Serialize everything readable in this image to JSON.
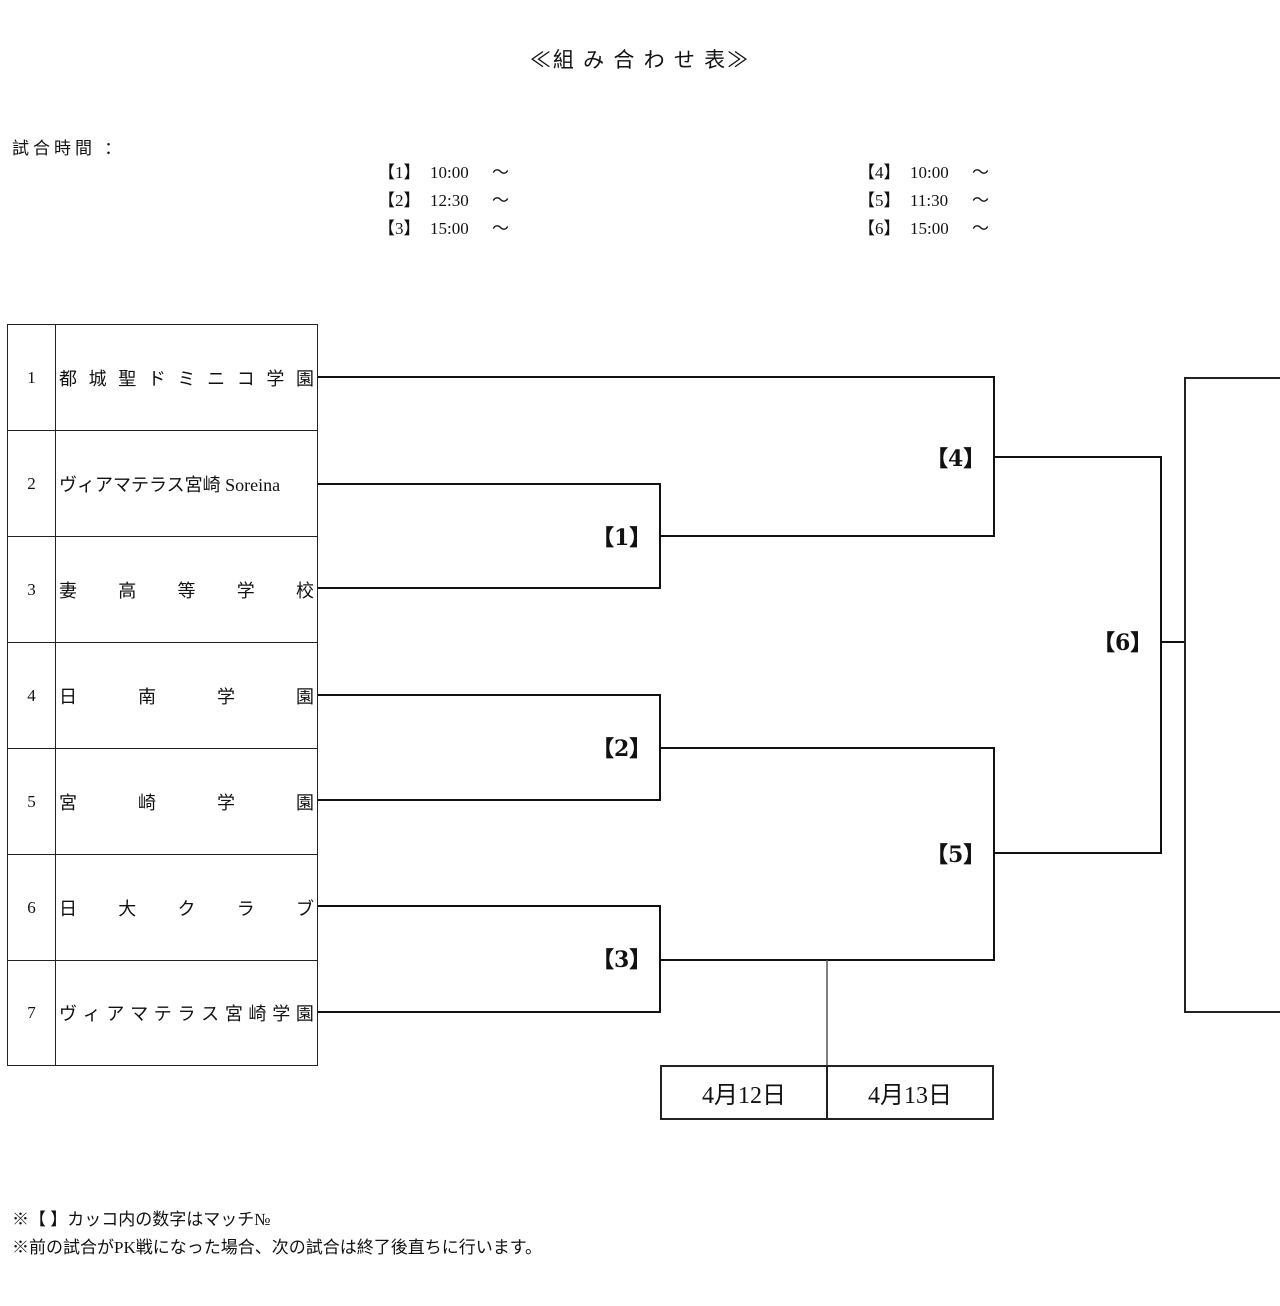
{
  "title": "≪組 み 合 わ せ 表≫",
  "time_label": "試合時間 ：",
  "schedule_left": [
    {
      "no": "【1】",
      "time": "10:00",
      "tilde": "～"
    },
    {
      "no": "【2】",
      "time": "12:30",
      "tilde": "～"
    },
    {
      "no": "【3】",
      "time": "15:00",
      "tilde": "～"
    }
  ],
  "schedule_right": [
    {
      "no": "【4】",
      "time": "10:00",
      "tilde": "～"
    },
    {
      "no": "【5】",
      "time": "11:30",
      "tilde": "～"
    },
    {
      "no": "【6】",
      "time": "15:00",
      "tilde": "～"
    }
  ],
  "teams": [
    {
      "num": "1",
      "name": "都城聖ドミニコ学園"
    },
    {
      "num": "2",
      "name": "ヴィアマテラス宮崎 Soreina"
    },
    {
      "num": "3",
      "name": "妻高等学校"
    },
    {
      "num": "4",
      "name": "日南学園"
    },
    {
      "num": "5",
      "name": "宮崎学園"
    },
    {
      "num": "6",
      "name": "日大クラブ"
    },
    {
      "num": "7",
      "name": "ヴィアマテラス宮崎学園"
    }
  ],
  "matches": {
    "m1": "【1】",
    "m2": "【2】",
    "m3": "【3】",
    "m4": "【4】",
    "m5": "【5】",
    "m6": "【6】"
  },
  "dates": {
    "day1": "4月12日",
    "day2": "4月13日"
  },
  "notes": [
    "※【 】カッコ内の数字はマッチ№",
    "※前の試合がPK戦になった場合、次の試合は終了後直ちに行います。"
  ]
}
